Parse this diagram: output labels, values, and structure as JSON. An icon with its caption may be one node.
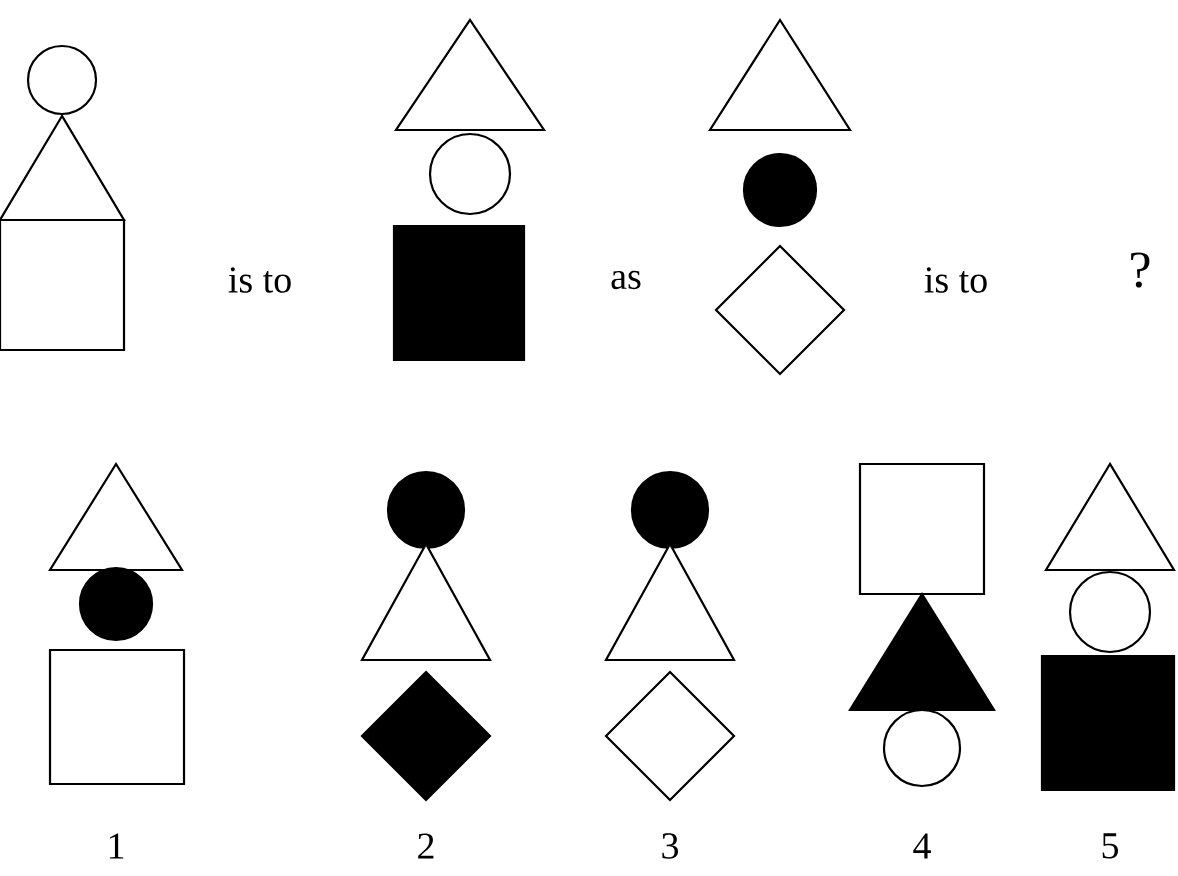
{
  "diagram": {
    "labels": [
      "is to",
      "as",
      "is to",
      "?",
      "1",
      "2",
      "3",
      "4",
      "5"
    ]
  }
}
